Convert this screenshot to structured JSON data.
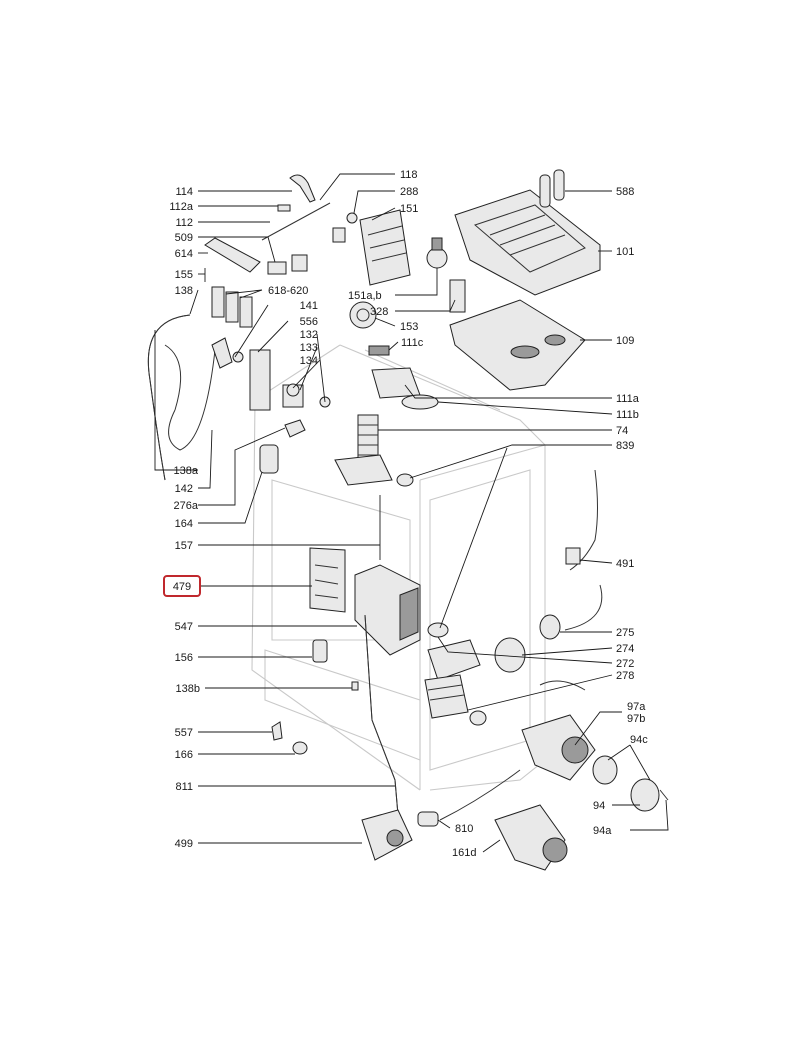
{
  "diagram": {
    "type": "exploded-parts-diagram",
    "highlight": {
      "label": "479",
      "color": "#c0282d"
    },
    "callouts_left": [
      "114",
      "112a",
      "112",
      "509",
      "614",
      "155",
      "138",
      "141",
      "556",
      "132",
      "133",
      "134",
      "138a",
      "142",
      "276a",
      "164",
      "157",
      "479",
      "547",
      "156",
      "138b",
      "557",
      "166",
      "811",
      "499"
    ],
    "callouts_top": [
      "118",
      "288",
      "151",
      "151a,b",
      "328",
      "153",
      "111c",
      "618-620",
      "588",
      "101",
      "109"
    ],
    "callouts_right": [
      "111a",
      "111b",
      "74",
      "839",
      "491",
      "275",
      "274",
      "272",
      "278",
      "97a",
      "97b",
      "94c",
      "94",
      "94a",
      "810",
      "161d"
    ]
  }
}
